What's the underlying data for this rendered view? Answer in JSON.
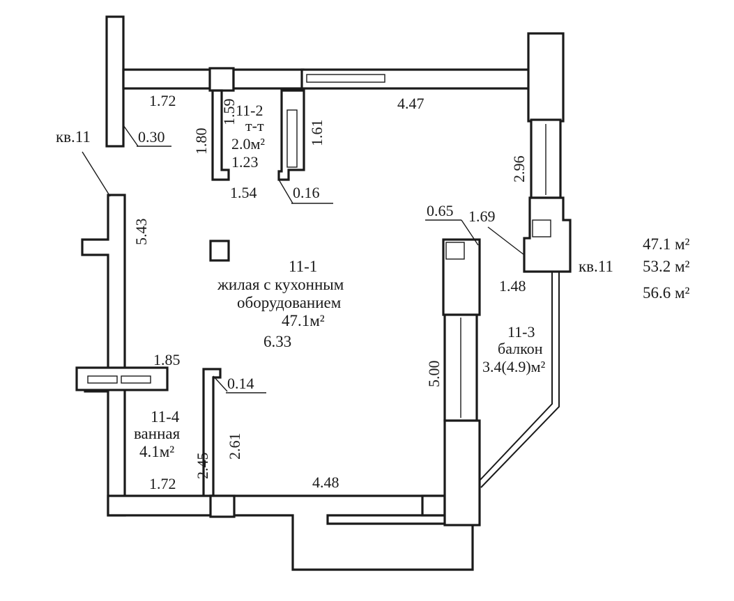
{
  "apartment": {
    "name": "кв.11",
    "area_totals": [
      "47.1 м²",
      "53.2 м²",
      "56.6 м²"
    ]
  },
  "rooms": {
    "living": {
      "code": "11-1",
      "name_line1": "жилая с кухонным",
      "name_line2": "оборудованием",
      "area": "47.1м²"
    },
    "toilet": {
      "code": "11-2",
      "name": "т-т",
      "area": "2.0м²"
    },
    "balcony": {
      "code": "11-3",
      "name": "балкон",
      "area": "3.4(4.9)м²"
    },
    "bath": {
      "code": "11-4",
      "name": "ванная",
      "area": "4.1м²"
    }
  },
  "dimensions": {
    "top_left_wall": "1.72",
    "top_right_wall": "4.47",
    "toilet_height": "1.80",
    "toilet_inner_height": "1.59",
    "toilet_right_height": "1.61",
    "toilet_width": "1.23",
    "toilet_bottom": "1.54",
    "toilet_offset": "0.16",
    "wall_thickness": "0.30",
    "left_wall": "5.43",
    "window_right": "2.96",
    "column": "0.65",
    "column_right": "1.69",
    "balcony_top": "1.48",
    "living_depth": "6.33",
    "balcony_length": "5.00",
    "bath_top": "1.85",
    "bath_offset": "0.14",
    "bath_inner_height": "2.61",
    "bath_height": "2.45",
    "bottom_left": "1.72",
    "bottom_right": "4.48"
  }
}
